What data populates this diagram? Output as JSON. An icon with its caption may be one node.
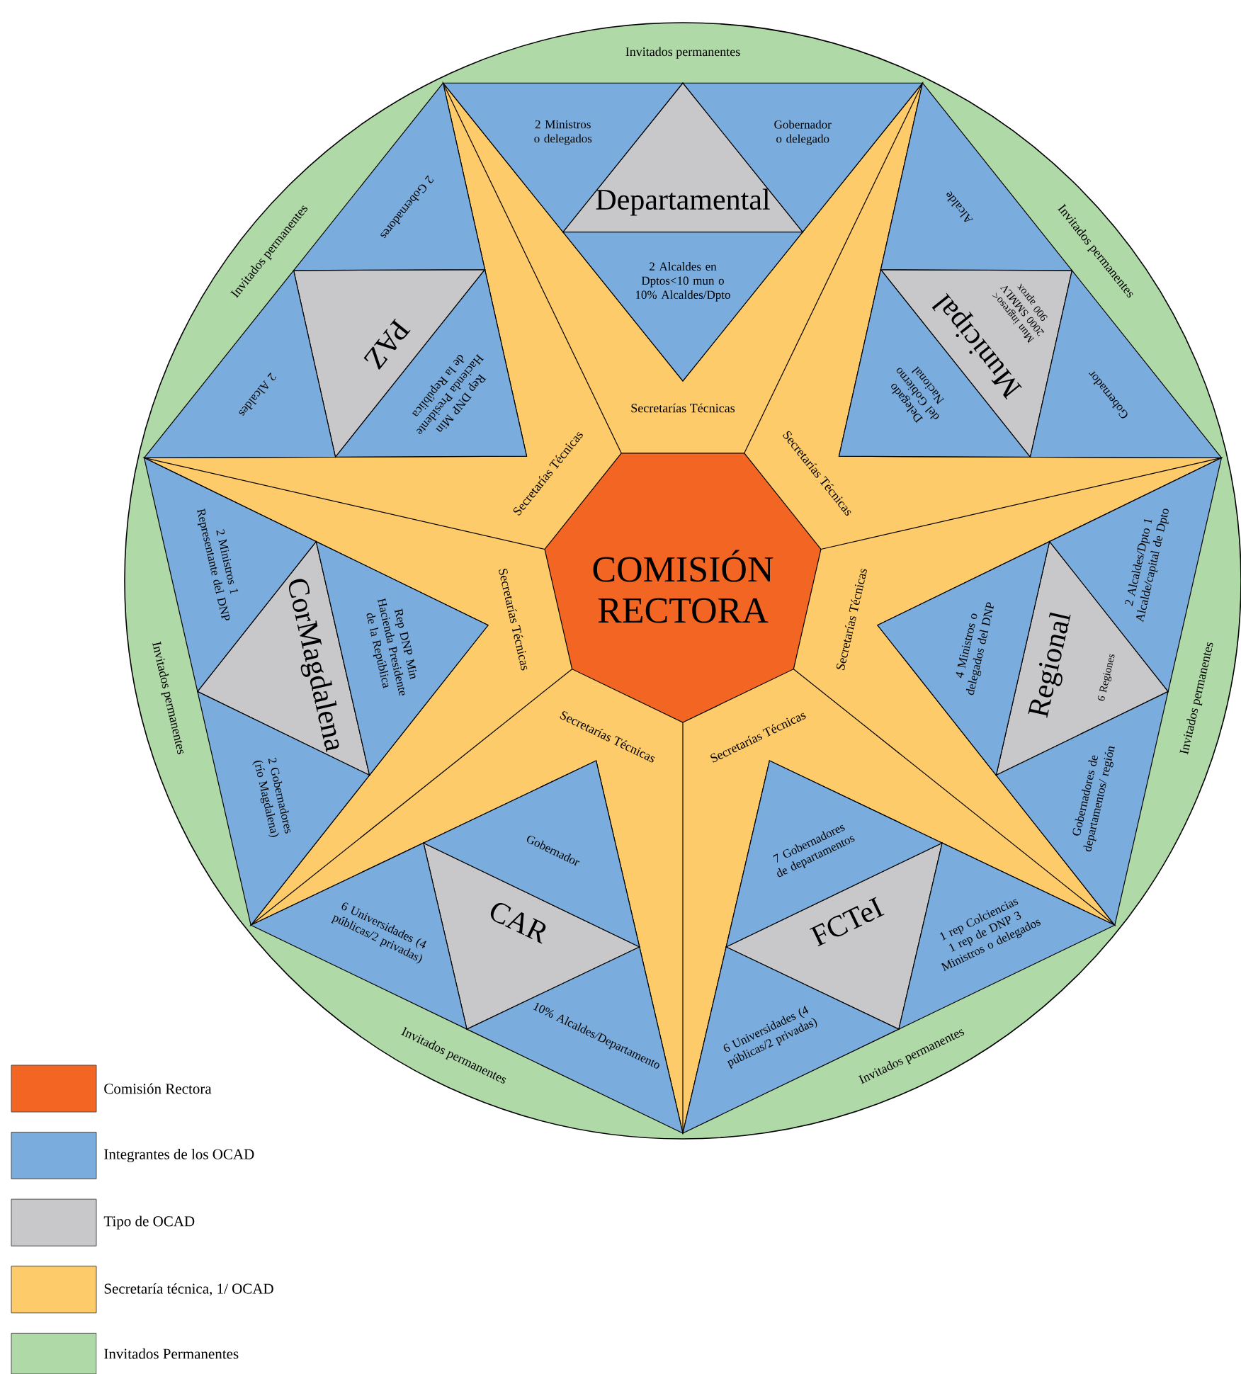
{
  "diagram": {
    "nodes": [
      {
        "text": [
          "COMISIÓN RECTORA"
        ]
      },
      {
        "text": [
          "Departamental"
        ]
      },
      {
        "text": [
          "2 Ministros o delegados"
        ]
      },
      {
        "text": [
          "Gobernador o delegado"
        ]
      },
      {
        "text": [
          "2 Alcaldes en Dptos<10 mun o 10% Alcaldes/Dpto"
        ]
      },
      {
        "text": [
          "Municipal",
          "Mun ingreso< 2000 SMMLV 900 aprox"
        ]
      },
      {
        "text": [
          "Alcalde"
        ]
      },
      {
        "text": [
          "Gobernador"
        ]
      },
      {
        "text": [
          "Delegado del Gobierno Nacional"
        ]
      },
      {
        "text": [
          "Regional",
          "6 Regiones"
        ]
      },
      {
        "text": [
          "2 Alcaldes/Dpto 1 Alcalde/capital de Dpto"
        ]
      },
      {
        "text": [
          "Gobernadores de departamentos/ región"
        ]
      },
      {
        "text": [
          "4 Ministros o delegados del DNP"
        ]
      },
      {
        "text": [
          "FCTeI"
        ]
      },
      {
        "text": [
          "1 rep Colciencias 1 rep de DNP 3 Ministros o delegados"
        ]
      },
      {
        "text": [
          "6 Universidades (4 públicas/2 privadas)"
        ]
      },
      {
        "text": [
          "7 Gobernadores de departamentos"
        ]
      },
      {
        "text": [
          "CAR"
        ]
      },
      {
        "text": [
          "10% Alcaldes/Departamento"
        ]
      },
      {
        "text": [
          "6 Universidades (4 públicas/2 privadas)"
        ]
      },
      {
        "text": [
          "Gobernador"
        ]
      },
      {
        "text": [
          "CorMagdalena"
        ]
      },
      {
        "text": [
          "2 Gobernadores (río Magdalena)"
        ]
      },
      {
        "text": [
          "2 Ministros 1 Representante del DNP"
        ]
      },
      {
        "text": [
          "Rep DNP Min Hacienda Presidente de la República"
        ]
      },
      {
        "text": [
          "PAZ"
        ]
      },
      {
        "text": [
          "2 Gobernadores"
        ]
      },
      {
        "text": [
          "2 Alcaldes"
        ]
      },
      {
        "text": [
          "Rep DNP Min Hacienda Presidente de la República"
        ]
      }
    ],
    "labels": [
      "Invitados permanentes",
      "Invitados permanentes",
      "Invitados permanentes",
      "Invitados permanentes",
      "Invitados permanentes",
      "Invitados permanentes",
      "Invitados permanentes",
      "Secretarías Técnicas",
      "Secretarías Técnicas",
      "Secretarías Técnicas",
      "Secretarías Técnicas",
      "Secretarías Técnicas",
      "Secretarías Técnicas",
      "Secretarías Técnicas"
    ],
    "legend": [
      {
        "text": "Comisión Rectora",
        "color": "#f26522"
      },
      {
        "text": "Integrantes de los OCAD",
        "color": "#7aaddd"
      },
      {
        "text": "Tipo de OCAD",
        "color": "#c8c8ca"
      },
      {
        "text": "Secretaría técnica, 1/ OCAD",
        "color": "#fdcb6a"
      },
      {
        "text": "Invitados Permanentes",
        "color": "#b0d9a8"
      }
    ]
  }
}
